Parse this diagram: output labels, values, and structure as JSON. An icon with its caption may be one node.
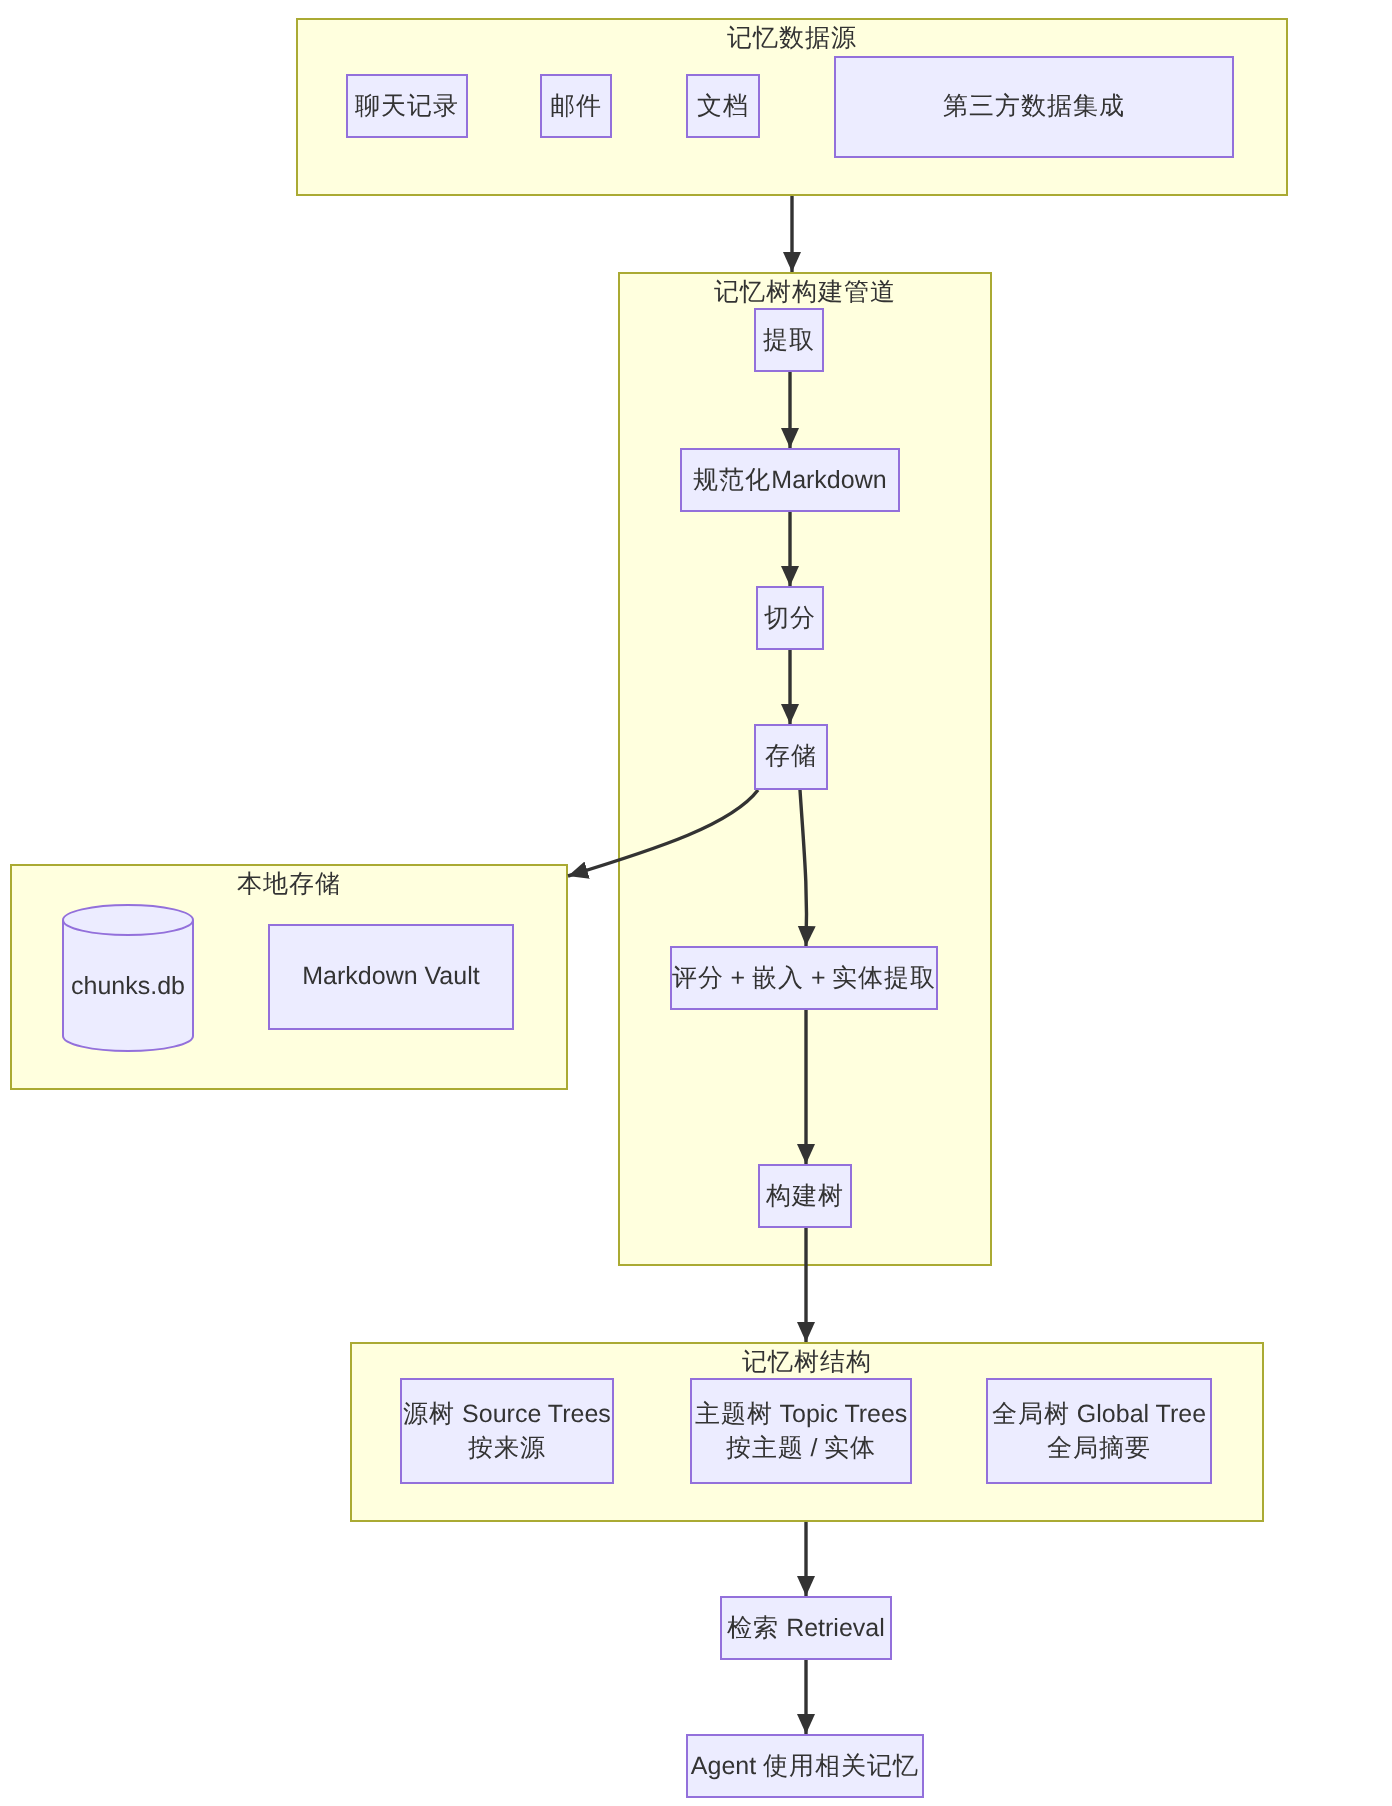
{
  "diagram": {
    "nodes": [
      {
        "text": [
          "记忆数据源"
        ]
      },
      {
        "text": [
          "聊天记录"
        ],
        "in": 0
      },
      {
        "text": [
          "邮件"
        ],
        "in": 0
      },
      {
        "text": [
          "文档"
        ],
        "in": 0
      },
      {
        "text": [
          "第三方数据集成"
        ],
        "in": 0
      },
      {
        "text": [
          "记忆树构建管道"
        ]
      },
      {
        "text": [
          "提取"
        ],
        "in": 5
      },
      {
        "text": [
          "规范化Markdown"
        ],
        "in": 5
      },
      {
        "text": [
          "切分"
        ],
        "in": 5
      },
      {
        "text": [
          "存储"
        ],
        "in": 5
      },
      {
        "text": [
          "评分 + 嵌入 + 实体提取"
        ],
        "in": 5
      },
      {
        "text": [
          "构建树"
        ],
        "in": 5
      },
      {
        "text": [
          "本地存储"
        ]
      },
      {
        "text": [
          "chunks.db"
        ],
        "in": 12
      },
      {
        "text": [
          "Markdown Vault"
        ],
        "in": 12
      },
      {
        "text": [
          "记忆树结构"
        ]
      },
      {
        "text": [
          "源树 Source Trees",
          "按来源"
        ],
        "in": 15
      },
      {
        "text": [
          "主题树 Topic Trees",
          "按主题 / 实体"
        ],
        "in": 15
      },
      {
        "text": [
          "全局树 Global Tree",
          "全局摘要"
        ],
        "in": 15
      },
      {
        "text": [
          "检索 Retrieval"
        ]
      },
      {
        "text": [
          "Agent 使用相关记忆"
        ]
      }
    ],
    "edges": [
      {
        "from": 0,
        "to": 5,
        "arrow": "to"
      },
      {
        "from": 6,
        "to": 7,
        "arrow": "to"
      },
      {
        "from": 7,
        "to": 8,
        "arrow": "to"
      },
      {
        "from": 8,
        "to": 9,
        "arrow": "to"
      },
      {
        "from": 9,
        "to": 12,
        "arrow": "to"
      },
      {
        "from": 9,
        "to": 10,
        "arrow": "to"
      },
      {
        "from": 10,
        "to": 11,
        "arrow": "to"
      },
      {
        "from": 11,
        "to": 15,
        "arrow": "to"
      },
      {
        "from": 15,
        "to": 19,
        "arrow": "to"
      },
      {
        "from": 19,
        "to": 20,
        "arrow": "to"
      }
    ]
  }
}
